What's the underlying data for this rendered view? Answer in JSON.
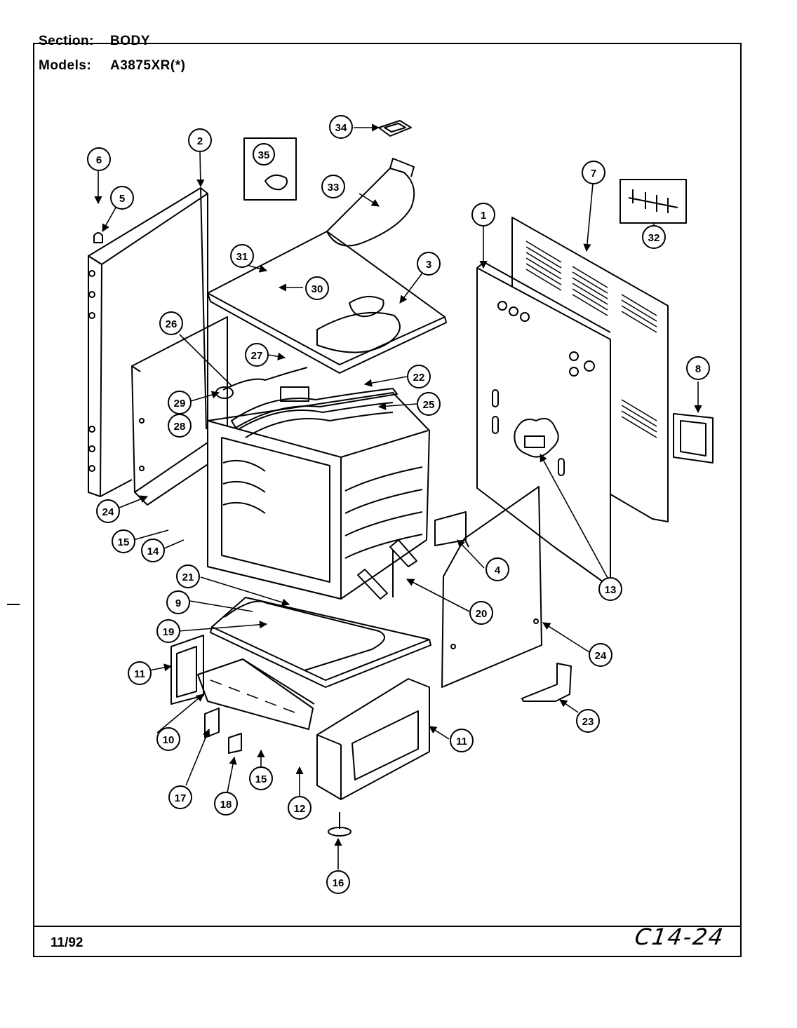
{
  "header": {
    "section_label": "Section:",
    "section_value": "BODY",
    "models_label": "Models:",
    "models_value": "A3875XR(*)"
  },
  "footer": {
    "date": "11/92",
    "page_code": "C14-24"
  },
  "callouts": {
    "p1": "1",
    "p2": "2",
    "p3": "3",
    "p4": "4",
    "p5": "5",
    "p6": "6",
    "p7": "7",
    "p8": "8",
    "p9": "9",
    "p10": "10",
    "p11a": "11",
    "p11b": "11",
    "p12": "12",
    "p13": "13",
    "p14": "14",
    "p15a": "15",
    "p15b": "15",
    "p16": "16",
    "p17": "17",
    "p18": "18",
    "p19": "19",
    "p20": "20",
    "p21": "21",
    "p22": "22",
    "p23": "23",
    "p24a": "24",
    "p24b": "24",
    "p25": "25",
    "p26": "26",
    "p27": "27",
    "p28": "28",
    "p29": "29",
    "p30": "30",
    "p31": "31",
    "p32": "32",
    "p33": "33",
    "p34": "34",
    "p35": "35"
  }
}
